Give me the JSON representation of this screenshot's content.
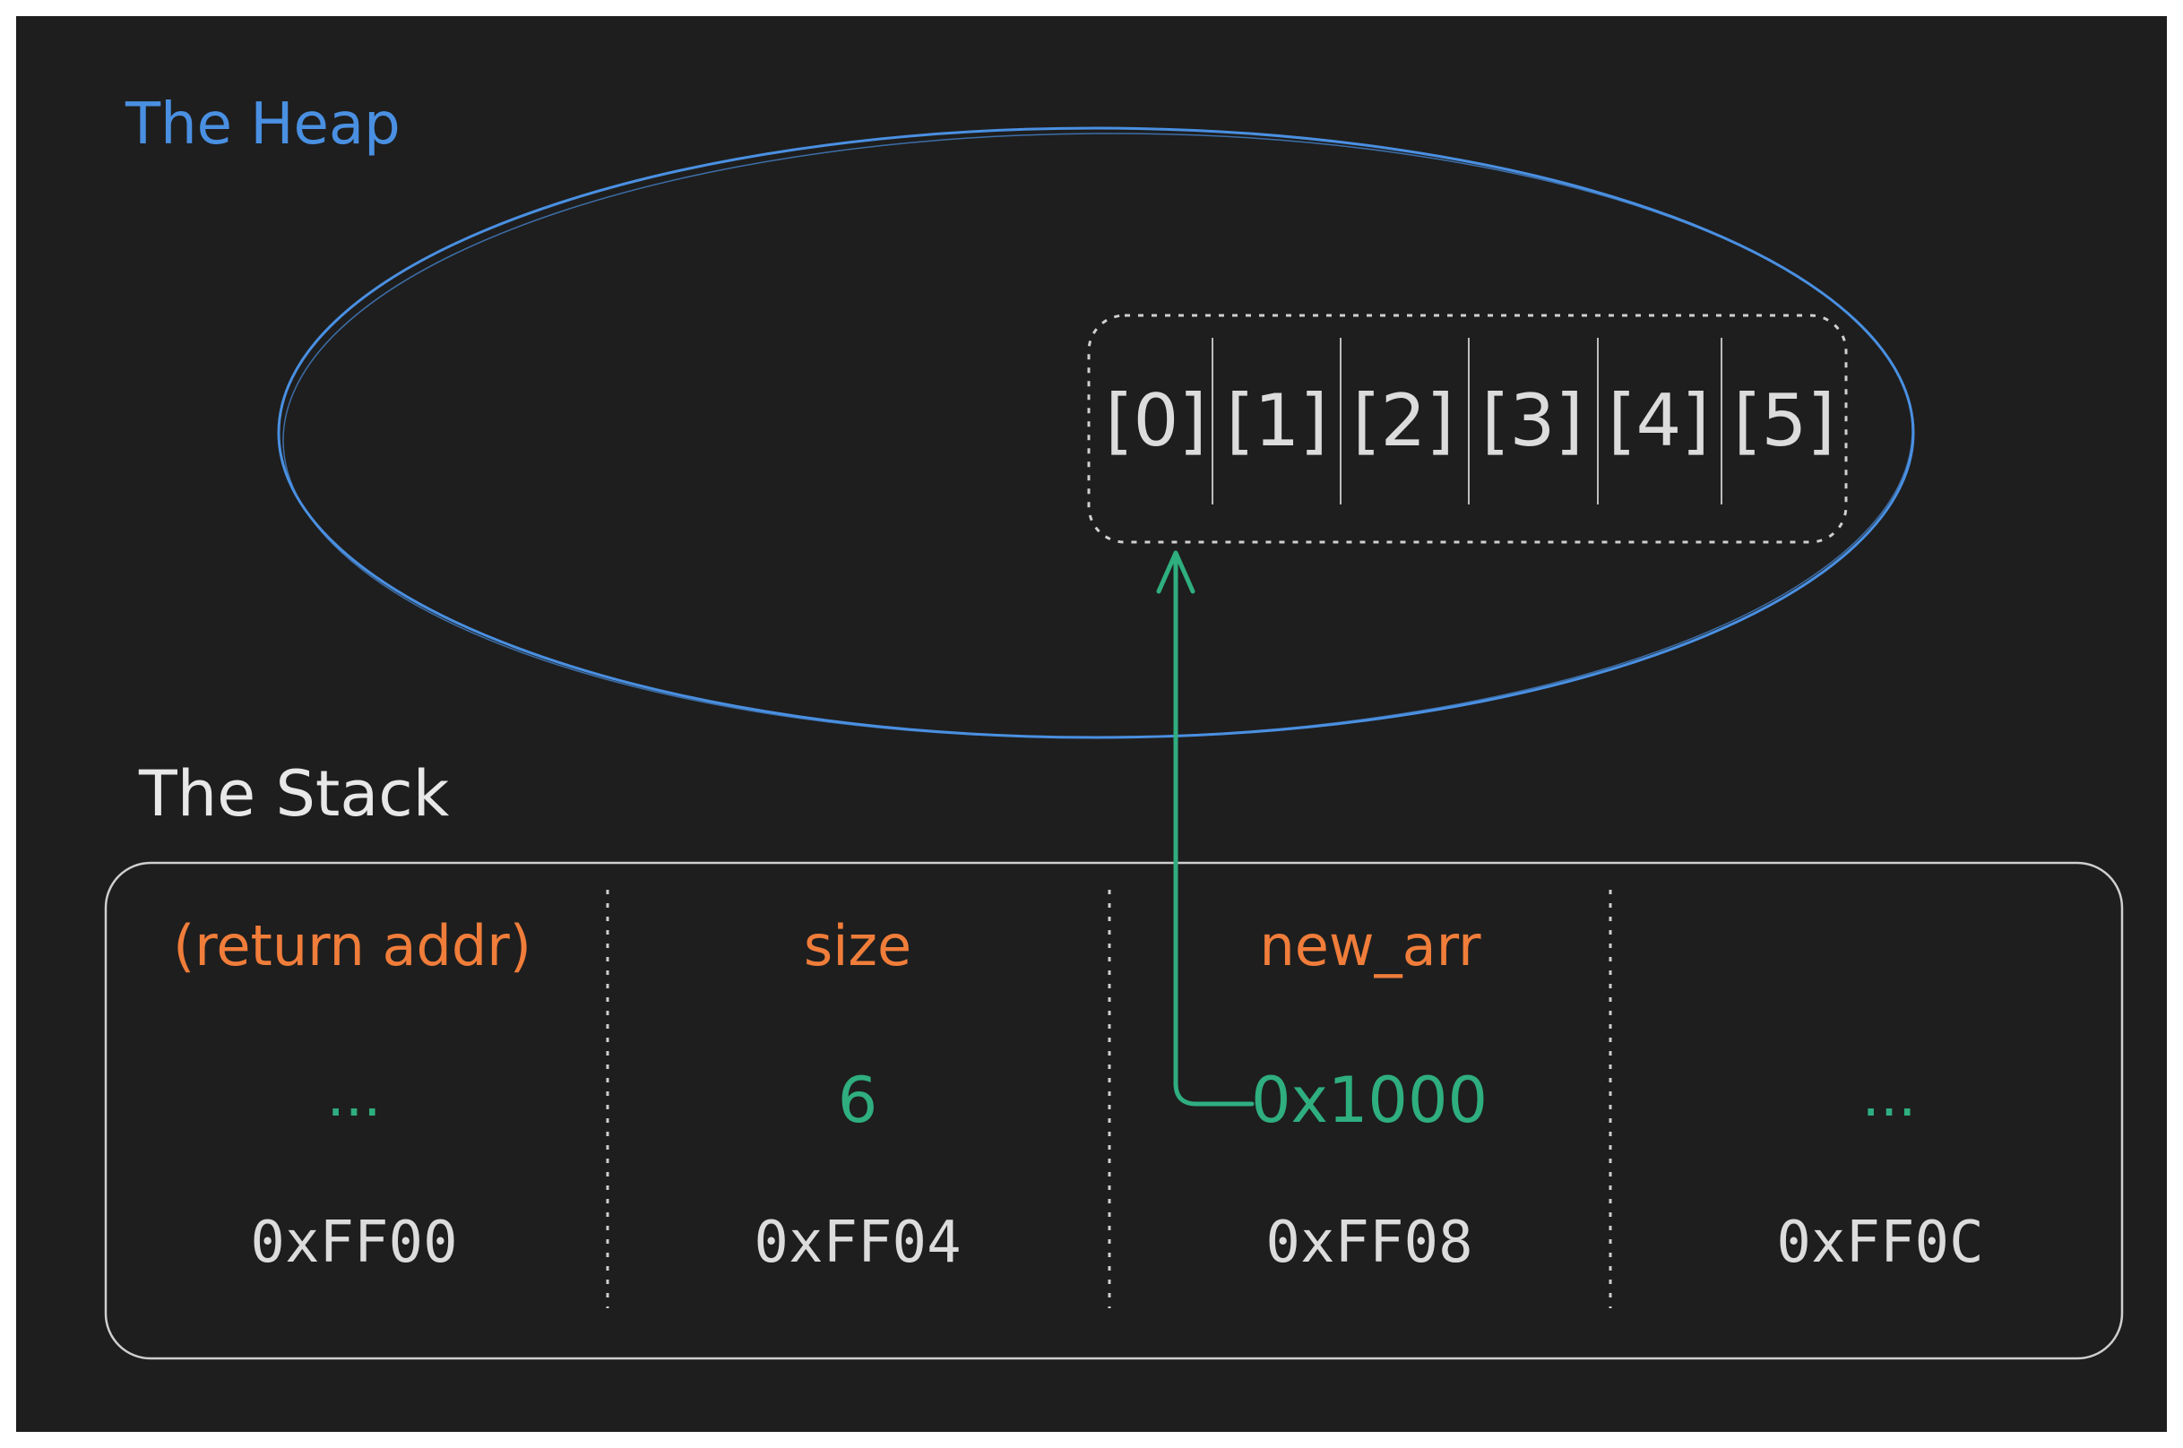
{
  "colors": {
    "background": "#1e1e1e",
    "heap_label": "#4a90e2",
    "heap_outline": "#4a90e2",
    "stack_label": "#e8e8e8",
    "field_name": "#f07d3a",
    "value": "#2fae80",
    "address": "#dcdcdc",
    "array_cell": "#dcdcdc",
    "border": "#cfcfcf"
  },
  "heap": {
    "label": "The Heap",
    "array_cells": [
      "[0]",
      "[1]",
      "[2]",
      "[3]",
      "[4]",
      "[5]"
    ]
  },
  "stack": {
    "label": "The Stack",
    "slots": [
      {
        "name": "(return addr)",
        "value": "...",
        "address": "0xFF00"
      },
      {
        "name": "size",
        "value": "6",
        "address": "0xFF04"
      },
      {
        "name": "new_arr",
        "value": "0x1000",
        "address": "0xFF08"
      },
      {
        "name": "",
        "value": "...",
        "address": "0xFF0C"
      }
    ]
  }
}
